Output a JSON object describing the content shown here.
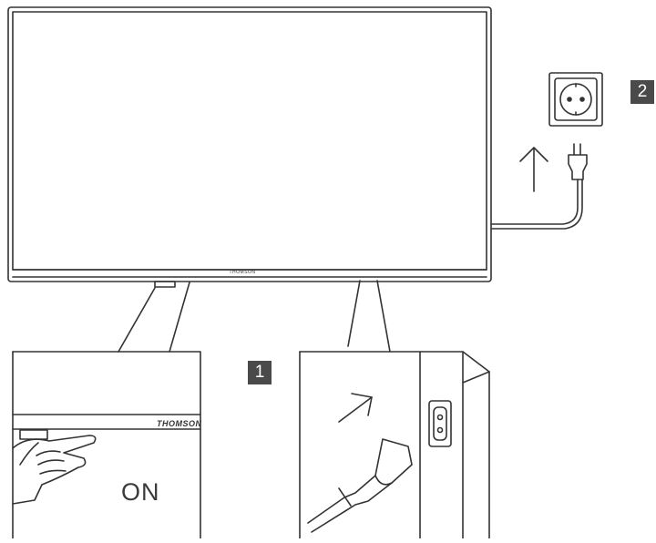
{
  "step_badges": [
    "1",
    "2"
  ],
  "brand_name": "THOMSON",
  "power_button_label": "ON",
  "colors": {
    "line": "#333333",
    "badge": "#4a4a4a",
    "background": "#ffffff"
  },
  "icons": [
    "television",
    "wall-socket-icon",
    "power-plug-icon",
    "arrow-up-icon",
    "arrow-insert-icon",
    "hand-icon",
    "power-cord-icon",
    "ac-inlet-icon"
  ]
}
